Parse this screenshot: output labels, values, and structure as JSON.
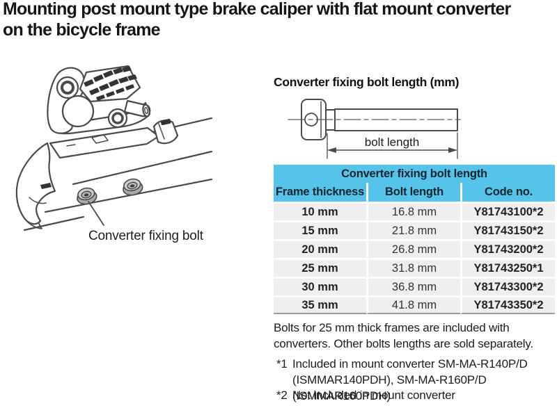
{
  "page": {
    "title": "Mounting post mount type brake caliper with flat mount converter\non the bicycle frame"
  },
  "illustration": {
    "label": "Converter fixing bolt"
  },
  "diagram": {
    "heading": "Converter fixing bolt length (mm)",
    "dimension_label": "bolt length"
  },
  "table": {
    "title": "Converter fixing bolt length",
    "columns": [
      "Frame thickness",
      "Bolt length",
      "Code no."
    ],
    "rows": [
      {
        "frame_thickness": "10 mm",
        "bolt_length": "16.8 mm",
        "code_no": "Y81743100*2"
      },
      {
        "frame_thickness": "15 mm",
        "bolt_length": "21.8 mm",
        "code_no": "Y81743150*2"
      },
      {
        "frame_thickness": "20 mm",
        "bolt_length": "26.8 mm",
        "code_no": "Y81743200*2"
      },
      {
        "frame_thickness": "25 mm",
        "bolt_length": "31.8 mm",
        "code_no": "Y81743250*1"
      },
      {
        "frame_thickness": "30 mm",
        "bolt_length": "36.8 mm",
        "code_no": "Y81743300*2"
      },
      {
        "frame_thickness": "35 mm",
        "bolt_length": "41.8 mm",
        "code_no": "Y81743350*2"
      }
    ]
  },
  "notes": {
    "included_note": "Bolts for 25 mm thick frames are included with\nconverters. Other bolts lengths are sold separately.",
    "footnotes": [
      {
        "marker": "*1",
        "text": "Included in mount converter SM-MA-R140P/D\n(ISMMAR140PDH), SM-MA-R160P/D (ISMMAR160PDH)"
      },
      {
        "marker": "*2",
        "text": "Not included in mount converter"
      }
    ]
  },
  "colors": {
    "table_header_bg": "#55c3ea",
    "table_row_bg": "#efefef",
    "table_bottom_border": "#9a9a9a",
    "text": "#1a1a1a",
    "line_art": "#4a4a4a"
  }
}
